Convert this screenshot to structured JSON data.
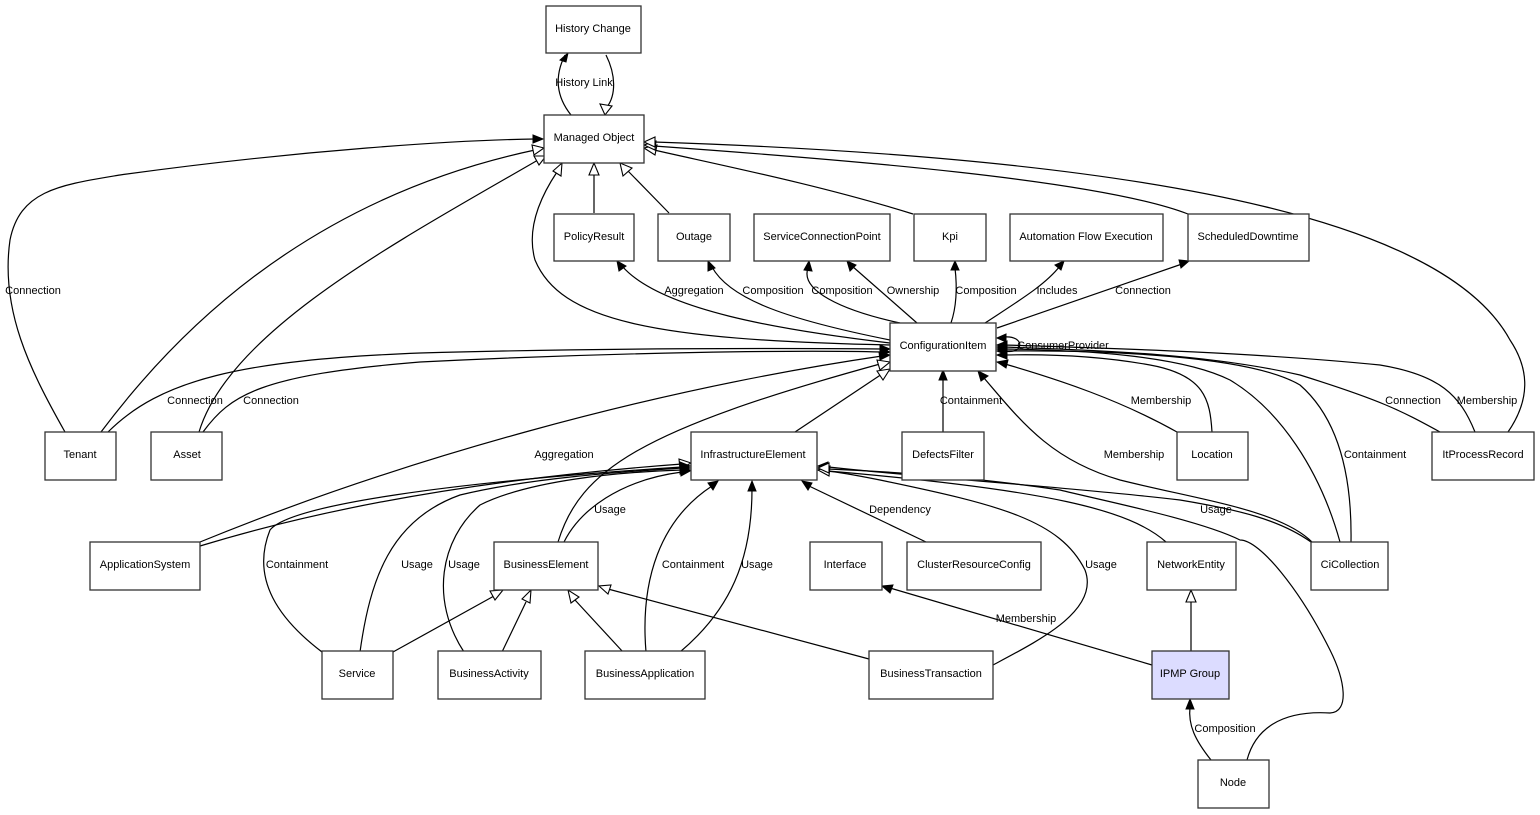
{
  "diagram": {
    "title": "",
    "colors": {
      "node_fill": "#ffffff",
      "highlight_fill": "#dcdcff",
      "stroke": "#333333"
    },
    "nodes": [
      {
        "id": "history_change",
        "label": "History Change"
      },
      {
        "id": "managed_object",
        "label": "Managed Object"
      },
      {
        "id": "policy_result",
        "label": "PolicyResult"
      },
      {
        "id": "outage",
        "label": "Outage"
      },
      {
        "id": "service_connection_point",
        "label": "ServiceConnectionPoint"
      },
      {
        "id": "kpi",
        "label": "Kpi"
      },
      {
        "id": "automation_flow_execution",
        "label": "Automation Flow Execution"
      },
      {
        "id": "scheduled_downtime",
        "label": "ScheduledDowntime"
      },
      {
        "id": "configuration_item",
        "label": "ConfigurationItem"
      },
      {
        "id": "tenant",
        "label": "Tenant"
      },
      {
        "id": "asset",
        "label": "Asset"
      },
      {
        "id": "infrastructure_element",
        "label": "InfrastructureElement"
      },
      {
        "id": "defects_filter",
        "label": "DefectsFilter"
      },
      {
        "id": "location",
        "label": "Location"
      },
      {
        "id": "it_process_record",
        "label": "ItProcessRecord"
      },
      {
        "id": "application_system",
        "label": "ApplicationSystem"
      },
      {
        "id": "business_element",
        "label": "BusinessElement"
      },
      {
        "id": "interface",
        "label": "Interface"
      },
      {
        "id": "cluster_resource_config",
        "label": "ClusterResourceConfig"
      },
      {
        "id": "network_entity",
        "label": "NetworkEntity"
      },
      {
        "id": "ci_collection",
        "label": "CiCollection"
      },
      {
        "id": "service",
        "label": "Service"
      },
      {
        "id": "business_activity",
        "label": "BusinessActivity"
      },
      {
        "id": "business_application",
        "label": "BusinessApplication"
      },
      {
        "id": "business_transaction",
        "label": "BusinessTransaction"
      },
      {
        "id": "ipmp_group",
        "label": "IPMP Group",
        "highlighted": true
      },
      {
        "id": "node",
        "label": "Node"
      }
    ],
    "edges": [
      {
        "from": "managed_object",
        "to": "history_change",
        "label": "History Link",
        "type": "association"
      },
      {
        "from": "history_change",
        "to": "managed_object",
        "label": "",
        "type": "inheritance"
      },
      {
        "from": "policy_result",
        "to": "managed_object",
        "label": "",
        "type": "inheritance"
      },
      {
        "from": "outage",
        "to": "managed_object",
        "label": "",
        "type": "inheritance"
      },
      {
        "from": "kpi",
        "to": "managed_object",
        "label": "",
        "type": "inheritance"
      },
      {
        "from": "scheduled_downtime",
        "to": "managed_object",
        "label": "",
        "type": "inheritance"
      },
      {
        "from": "it_process_record",
        "to": "managed_object",
        "label": "",
        "type": "inheritance"
      },
      {
        "from": "tenant",
        "to": "managed_object",
        "label": "Connection",
        "type": "association"
      },
      {
        "from": "tenant",
        "to": "managed_object",
        "label": "",
        "type": "inheritance"
      },
      {
        "from": "asset",
        "to": "managed_object",
        "label": "",
        "type": "inheritance"
      },
      {
        "from": "configuration_item",
        "to": "managed_object",
        "label": "",
        "type": "inheritance"
      },
      {
        "from": "configuration_item",
        "to": "policy_result",
        "label": "Aggregation",
        "type": "association"
      },
      {
        "from": "configuration_item",
        "to": "outage",
        "label": "Composition",
        "type": "association"
      },
      {
        "from": "configuration_item",
        "to": "service_connection_point",
        "label": "Composition",
        "type": "association"
      },
      {
        "from": "configuration_item",
        "to": "service_connection_point",
        "label": "Ownership",
        "type": "association"
      },
      {
        "from": "configuration_item",
        "to": "kpi",
        "label": "Composition",
        "type": "association"
      },
      {
        "from": "configuration_item",
        "to": "automation_flow_execution",
        "label": "Includes",
        "type": "association"
      },
      {
        "from": "configuration_item",
        "to": "scheduled_downtime",
        "label": "Connection",
        "type": "association"
      },
      {
        "from": "configuration_item",
        "to": "configuration_item",
        "label": "ConsumerProvider",
        "type": "association"
      },
      {
        "from": "tenant",
        "to": "configuration_item",
        "label": "Connection",
        "type": "association"
      },
      {
        "from": "asset",
        "to": "configuration_item",
        "label": "Connection",
        "type": "association"
      },
      {
        "from": "application_system",
        "to": "configuration_item",
        "label": "Aggregation",
        "type": "association"
      },
      {
        "from": "infrastructure_element",
        "to": "configuration_item",
        "label": "",
        "type": "inheritance"
      },
      {
        "from": "business_element",
        "to": "configuration_item",
        "label": "",
        "type": "inheritance"
      },
      {
        "from": "defects_filter",
        "to": "configuration_item",
        "label": "Containment",
        "type": "association"
      },
      {
        "from": "location",
        "to": "configuration_item",
        "label": "Membership",
        "type": "association"
      },
      {
        "from": "location",
        "to": "configuration_item",
        "label": "",
        "type": "association"
      },
      {
        "from": "ci_collection",
        "to": "configuration_item",
        "label": "Membership",
        "type": "association"
      },
      {
        "from": "ci_collection",
        "to": "configuration_item",
        "label": "Containment",
        "type": "association"
      },
      {
        "from": "ci_collection",
        "to": "configuration_item",
        "label": "",
        "type": "association"
      },
      {
        "from": "it_process_record",
        "to": "configuration_item",
        "label": "Connection",
        "type": "association"
      },
      {
        "from": "it_process_record",
        "to": "configuration_item",
        "label": "Membership",
        "type": "association"
      },
      {
        "from": "application_system",
        "to": "infrastructure_element",
        "label": "",
        "type": "association"
      },
      {
        "from": "service",
        "to": "infrastructure_element",
        "label": "Containment",
        "type": "association"
      },
      {
        "from": "service",
        "to": "infrastructure_element",
        "label": "Usage",
        "type": "association"
      },
      {
        "from": "business_activity",
        "to": "infrastructure_element",
        "label": "Usage",
        "type": "association"
      },
      {
        "from": "business_element",
        "to": "infrastructure_element",
        "label": "Usage",
        "type": "association"
      },
      {
        "from": "business_application",
        "to": "infrastructure_element",
        "label": "Containment",
        "type": "association"
      },
      {
        "from": "business_application",
        "to": "infrastructure_element",
        "label": "Usage",
        "type": "association"
      },
      {
        "from": "cluster_resource_config",
        "to": "infrastructure_element",
        "label": "Dependency",
        "type": "association"
      },
      {
        "from": "business_transaction",
        "to": "infrastructure_element",
        "label": "Usage",
        "type": "association"
      },
      {
        "from": "network_entity",
        "to": "infrastructure_element",
        "label": "",
        "type": "inheritance"
      },
      {
        "from": "ci_collection",
        "to": "infrastructure_element",
        "label": "Usage",
        "type": "association"
      },
      {
        "from": "node",
        "to": "infrastructure_element",
        "label": "",
        "type": "inheritance"
      },
      {
        "from": "service",
        "to": "business_element",
        "label": "",
        "type": "inheritance"
      },
      {
        "from": "business_activity",
        "to": "business_element",
        "label": "",
        "type": "inheritance"
      },
      {
        "from": "business_application",
        "to": "business_element",
        "label": "",
        "type": "inheritance"
      },
      {
        "from": "business_transaction",
        "to": "business_element",
        "label": "",
        "type": "inheritance"
      },
      {
        "from": "ipmp_group",
        "to": "interface",
        "label": "Membership",
        "type": "association"
      },
      {
        "from": "ipmp_group",
        "to": "network_entity",
        "label": "",
        "type": "inheritance"
      },
      {
        "from": "node",
        "to": "ipmp_group",
        "label": "Composition",
        "type": "association"
      }
    ]
  }
}
